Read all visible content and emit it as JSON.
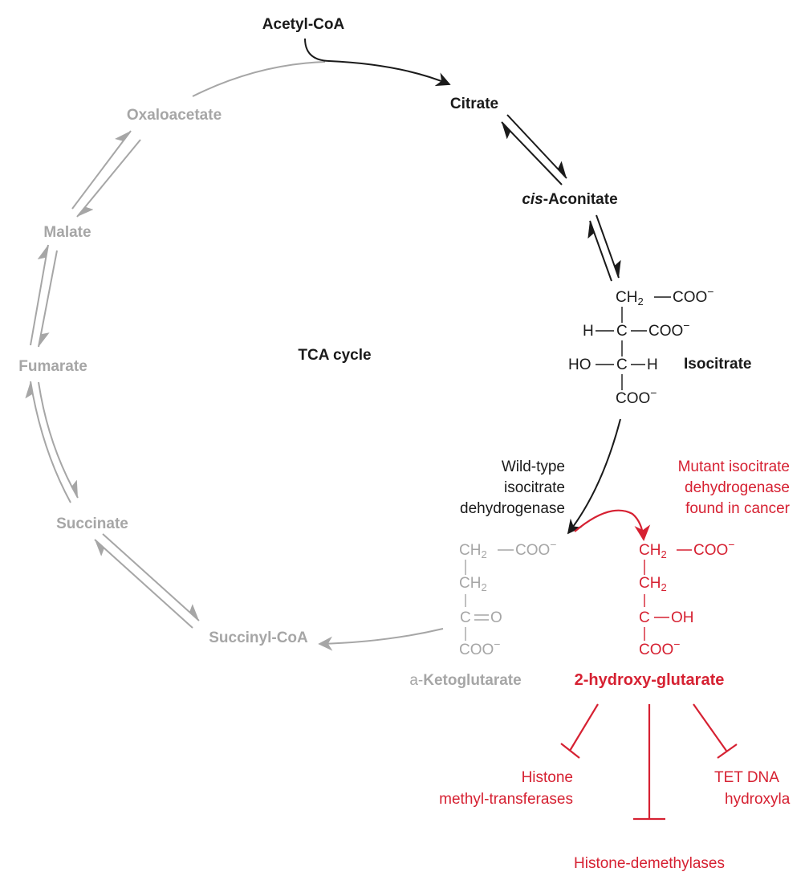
{
  "colors": {
    "dark": "#1a1a1a",
    "gray": "#a6a6a6",
    "red": "#d62132"
  },
  "cycle": {
    "center_label": "TCA cycle",
    "acetyl_coa": "Acetyl-CoA",
    "citrate": "Citrate",
    "cis_prefix": "cis",
    "aconitate_suffix": "-Aconitate",
    "isocitrate": "Isocitrate",
    "oxaloacetate": "Oxaloacetate",
    "malate": "Malate",
    "fumarate": "Fumarate",
    "succinate": "Succinate",
    "succinyl_coa": "Succinyl-CoA",
    "akg_prefix": "a-",
    "akg_name": "Ketoglutarate"
  },
  "isocitrate_structure": {
    "ch2": "CH",
    "sub2": "2",
    "dash": "—",
    "coo": "COO",
    "minus": "−",
    "h": "H",
    "c": "C",
    "ho": "HO"
  },
  "akg_structure": {
    "ch2": "CH",
    "sub2": "2",
    "dash": "—",
    "coo": "COO",
    "minus": "−",
    "c": "C",
    "dbl_o": "═O"
  },
  "twohg_structure": {
    "ch2": "CH",
    "sub2": "2",
    "dash": "—",
    "coo": "COO",
    "minus": "−",
    "c": "C",
    "oh": "OH"
  },
  "enzymes": {
    "wild_type": [
      "Wild-type",
      "isocitrate",
      "dehydrogenase"
    ],
    "mutant": [
      "Mutant isocitrate",
      "dehydrogenase",
      "found in cancer"
    ]
  },
  "product": "2-hydroxy-glutarate",
  "targets": {
    "methyltransferases": [
      "Histone",
      "methyl-transferases"
    ],
    "tet": [
      "TET DNA",
      "hydroxyla"
    ],
    "demethylases": "Histone-demethylases"
  }
}
